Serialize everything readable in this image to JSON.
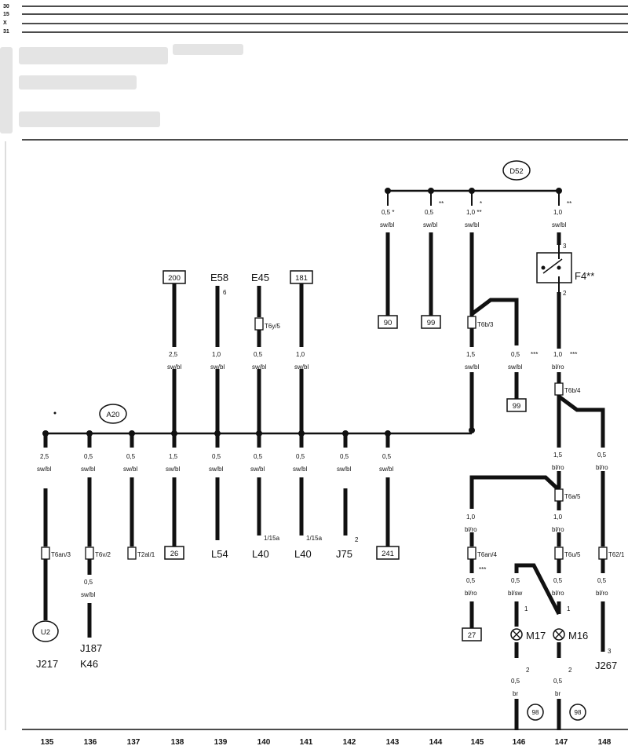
{
  "rails": [
    "30",
    "15",
    "X",
    "31"
  ],
  "connectors": {
    "a20": "A20",
    "d52": "D52",
    "u2": "U2"
  },
  "wires": {
    "w135_top": "2,5",
    "w135_col": "sw/bl",
    "w136_top": "0,5",
    "w136_col": "sw/bl",
    "w136_bot": "0,5",
    "w136_bcol": "sw/bl",
    "w137_top": "0,5",
    "w137_col": "sw/bl",
    "w138_up": "2,5",
    "w138_upcol": "sw/bl",
    "w138_low": "1,5",
    "w138_lowcol": "sw/bl",
    "w139_up": "1,0",
    "w139_upcol": "sw/bl",
    "w139_low": "0,5",
    "w139_lowcol": "sw/bl",
    "w140_up": "0,5",
    "w140_upcol": "sw/bl",
    "w140_low": "0,5",
    "w140_lowcol": "sw/bl",
    "w141_up": "1,0",
    "w141_upcol": "sw/bl",
    "w141_low": "0,5",
    "w141_lowcol": "sw/bl",
    "w142": "0,5",
    "w142_col": "sw/bl",
    "w143": "0,5",
    "w143_col": "sw/bl",
    "w143d": "0,5 *",
    "w143d_col": "sw/bl",
    "w144d": "0,5",
    "w144d_col": "sw/bl",
    "w145d": "1,0 **",
    "w145d_col": "sw/bl",
    "w145m": "1,5",
    "w145m_col": "sw/bl",
    "w146m": "0,5",
    "w146m_col": "sw/bl",
    "w147d": "1,0",
    "w147d_col": "sw/bl",
    "w147m": "1,0",
    "w147m_col": "bl/ro",
    "w147l": "1,5",
    "w147l_col": "bl/ro",
    "w148l": "0,5",
    "w148l_col": "bl/ro",
    "w145r": "1,0",
    "w145r_col": "bl/ro",
    "w147r": "1,0",
    "w147r_col": "bl/ro",
    "w145s": "0,5",
    "w145s_col": "bl/ro",
    "w146s": "0,5",
    "w146s_col": "bl/sw",
    "w147s": "0,5",
    "w147s_col": "bl/ro",
    "w148s": "0,5",
    "w148s_col": "bl/ro",
    "w146g": "0,5",
    "w146g_col": "br",
    "w147g": "0,5",
    "w147g_col": "br"
  },
  "marks": {
    "star": "*",
    "dstar": "**",
    "tstar": "***"
  },
  "connector_labels": {
    "t6an3": "T6an/3",
    "t6v2": "T6v/2",
    "t2al1": "T2al/1",
    "t6y5": "T6y/5",
    "t6b3": "T6b/3",
    "t6b4": "T6b/4",
    "t6a5": "T6a/5",
    "t6an4": "T6an/4",
    "t6u5": "T6u/5",
    "t62_1": "T62/1"
  },
  "refs": {
    "r200": "200",
    "r181": "181",
    "r26": "26",
    "r241": "241",
    "r90": "90",
    "r99a": "99",
    "r99b": "99",
    "r27": "27",
    "r98a": "98",
    "r98b": "98"
  },
  "components": {
    "e58": "E58",
    "e58_pin": "6",
    "e45": "E45",
    "l54": "L54",
    "l40a": "L40",
    "l40a_pin": "1/15a",
    "l40b": "L40",
    "l40b_pin": "1/15a",
    "j75": "J75",
    "j75_pin": "2",
    "j187": "J187",
    "k46": "K46",
    "j217": "J217",
    "j267": "J267",
    "j267_pin": "3",
    "f4": "F4**",
    "f4_pin_top": "3",
    "f4_pin_bot": "2",
    "m17": "M17",
    "m17_pin_top": "1",
    "m17_pin_bot": "2",
    "m16": "M16",
    "m16_pin_top": "1",
    "m16_pin_bot": "2"
  },
  "columns": [
    "135",
    "136",
    "137",
    "138",
    "139",
    "140",
    "141",
    "142",
    "143",
    "144",
    "145",
    "146",
    "147",
    "148"
  ]
}
